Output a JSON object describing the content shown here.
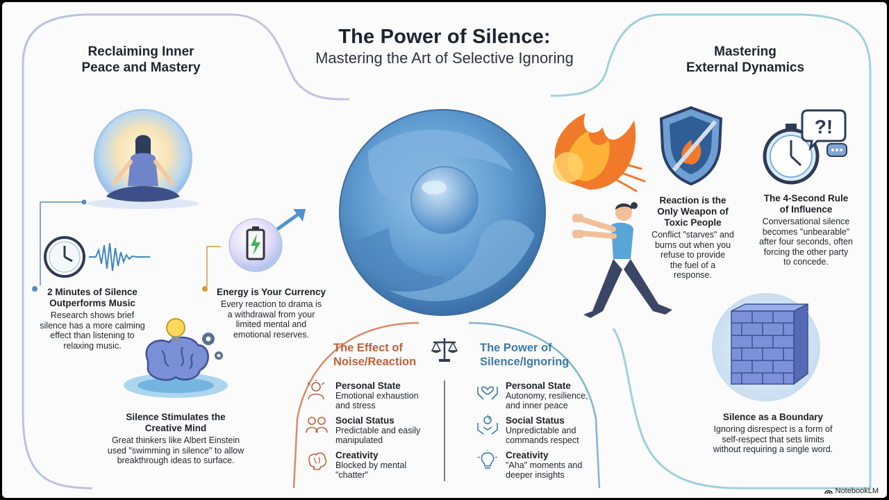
{
  "title": "The Power of Silence:",
  "subtitle": "Mastering the Art of Selective Ignoring",
  "left_section": {
    "heading_line1": "Reclaiming Inner",
    "heading_line2": "Peace and Mastery",
    "items": [
      {
        "title_line1": "2 Minutes of Silence",
        "title_line2": "Outperforms Music",
        "body": [
          "Research shows brief",
          "silence has a more calming",
          "effect than listening to",
          "relaxing music."
        ]
      },
      {
        "title_line1": "Energy is Your Currency",
        "body": [
          "Every reaction to drama is",
          "a withdrawal from your",
          "limited mental and",
          "emotional reserves."
        ]
      },
      {
        "title_line1": "Silence Stimulates the",
        "title_line2": "Creative Mind",
        "body": [
          "Great thinkers like Albert Einstein",
          "used \"swimming in silence\" to allow",
          "breakthrough ideas to surface."
        ]
      }
    ]
  },
  "right_section": {
    "heading_line1": "Mastering",
    "heading_line2": "External Dynamics",
    "items": [
      {
        "title": [
          "Reaction is the",
          "Only Weapon of",
          "Toxic People"
        ],
        "body": [
          "Conflict \"starves\" and",
          "burns out when you",
          "refuse to provide",
          "the fuel of a",
          "response."
        ]
      },
      {
        "title": [
          "The 4-Second Rule",
          "of Influence"
        ],
        "body": [
          "Conversational silence",
          "becomes \"unbearable\"",
          "after four seconds, often",
          "forcing the other party",
          "to concede."
        ]
      },
      {
        "title": [
          "Silence as a Boundary"
        ],
        "body": [
          "Ignoring disrespect is a form of",
          "self-respect that sets limits",
          "without requiring a single word."
        ]
      }
    ]
  },
  "comparison": {
    "noise": {
      "heading_line1": "The Effect of",
      "heading_line2": "Noise/Reaction",
      "rows": [
        {
          "label": "Personal State",
          "value": [
            "Emotional exhaustion",
            "and stress"
          ]
        },
        {
          "label": "Social Status",
          "value": [
            "Predictable and easily",
            "manipulated"
          ]
        },
        {
          "label": "Creativity",
          "value": [
            "Blocked by mental",
            "\"chatter\""
          ]
        }
      ]
    },
    "silence": {
      "heading_line1": "The Power of",
      "heading_line2": "Silence/Ignoring",
      "rows": [
        {
          "label": "Personal State",
          "value": [
            "Autonomy, resilience,",
            "and inner peace"
          ]
        },
        {
          "label": "Social Status",
          "value": [
            "Unpredictable and",
            "commands respect"
          ]
        },
        {
          "label": "Creativity",
          "value": [
            "\"Aha\" moments and",
            "deeper insights"
          ]
        }
      ]
    }
  },
  "icons": {
    "meditation": "meditating-person-icon",
    "clock": "clock-icon",
    "soundwave": "soundwave-icon",
    "battery": "battery-icon",
    "brain": "brain-lightbulb-icon",
    "orb": "silence-orb",
    "fire": "fire-icon",
    "person": "pushing-person-icon",
    "shield": "shield-icon",
    "stopwatch": "stopwatch-icon",
    "speech": "question-speech-icon",
    "wall": "brick-wall-icon",
    "scales": "scales-icon"
  },
  "colors": {
    "noise_accent": "#c0603a",
    "silence_accent": "#3b7aa6",
    "orb_blue": "#5c9bd1"
  },
  "brand": "NotebookLM"
}
